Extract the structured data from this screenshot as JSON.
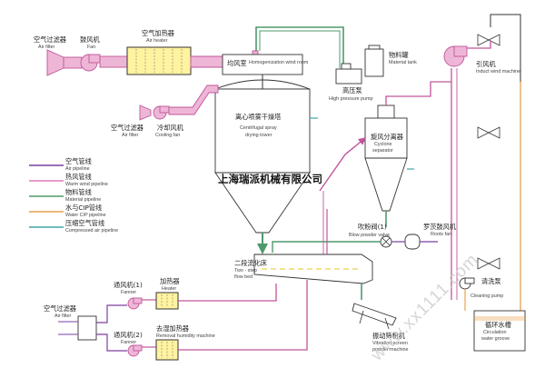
{
  "labels": {
    "air_filter_top_cn": "空气过滤器",
    "air_filter_top_en": "Air filter",
    "fan_cn": "鼓风机",
    "fan_en": "Fan",
    "air_heater_cn": "空气加热器",
    "air_heater_en": "Air heater",
    "homo_cn": "均风室",
    "homo_en": "Homogenization wind room",
    "material_tank_cn": "物料罐",
    "material_tank_en": "Material tank",
    "hp_pump_cn": "高压泵",
    "hp_pump_en": "High pressure pump",
    "induct_fan_cn": "引风机",
    "induct_fan_en": "Induct wind machine",
    "air_filter_mid_cn": "空气过滤器",
    "air_filter_mid_en": "Air filter",
    "cooling_fan_cn": "冷却风机",
    "cooling_fan_en": "Cooling fan",
    "tower_cn": "离心喷雾干燥塔",
    "tower_en1": "Centrifugal spray",
    "tower_en2": "drying tower",
    "cyclone_cn": "旋风分离器",
    "cyclone_en1": "Cyclone",
    "cyclone_en2": "separator",
    "company": "上海瑞派机械有限公司",
    "blow_valve_cn": "吹粉阀(1)",
    "blow_valve_en": "Blow powder valve",
    "roots_fan_cn": "罗茨鼓风机",
    "roots_fan_en": "Roots fan",
    "flow_bed_cn": "二段流化床",
    "flow_bed_en1": "Two - step",
    "flow_bed_en2": "flow bed",
    "fanner1_cn": "通风机(1)",
    "fanner1_en": "Fanner",
    "heater_cn": "加热器",
    "heater_en": "Heater",
    "air_filter_low_cn": "空气过滤器",
    "air_filter_low_en": "Air filter",
    "fanner2_cn": "通风机(2)",
    "fanner2_en": "Fanner",
    "dehum_cn": "去湿加热器",
    "dehum_en": "Removal humidity machine",
    "vib_screen_cn": "振动筛粉机",
    "vib_screen_en1": "Vibration screen",
    "vib_screen_en2": "powder machine",
    "cleaning_pump_cn": "清洗泵",
    "cleaning_pump_en": "Cleaning pump",
    "circ_tank_cn": "循环水槽",
    "circ_tank_en1": "Circulation",
    "circ_tank_en2": "water groove",
    "watermark": "www.xx1111.com"
  },
  "legend": [
    {
      "cn": "空气管线",
      "en": "Air pipeline",
      "color": "#7b3fa0"
    },
    {
      "cn": "热风管线",
      "en": "Warm wind pipeline",
      "color": "#e07ab5"
    },
    {
      "cn": "物料管线",
      "en": "Material pipeline",
      "color": "#4e9a6c"
    },
    {
      "cn": "水与CIP管线",
      "en": "Water CIP pipeline",
      "color": "#e8a24a"
    },
    {
      "cn": "压缩空气管线",
      "en": "Compressed air pipeline",
      "color": "#3fa7a7"
    }
  ],
  "colors": {
    "air": "#7b3fa0",
    "warm": "#e07ab5",
    "material": "#4e9a6c",
    "water": "#e8a24a",
    "compressed": "#3fa7a7",
    "duct": "#eeb6d6",
    "duct_edge": "#c0569a",
    "heater_fill": "#fff3a0"
  }
}
